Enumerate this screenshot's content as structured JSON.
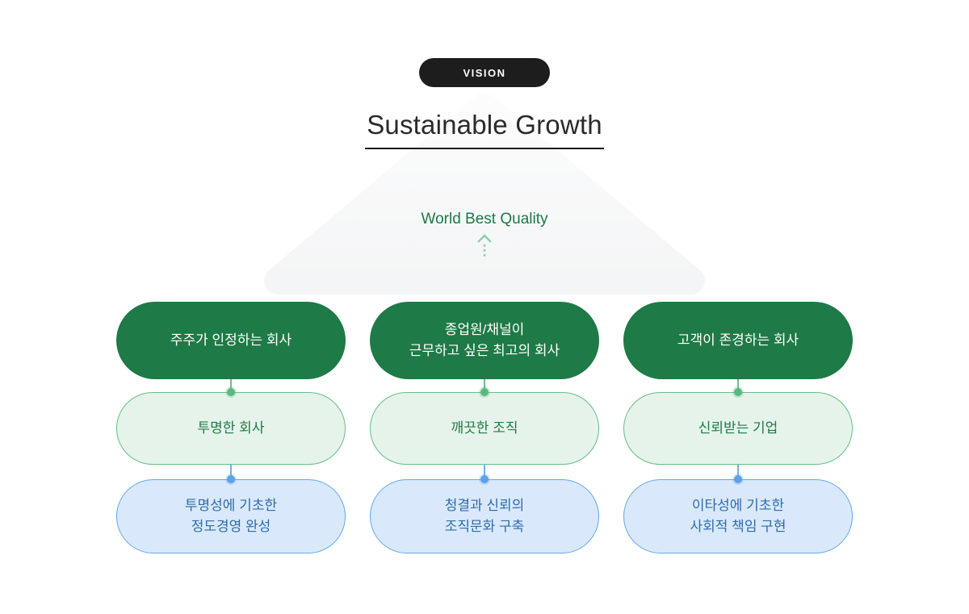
{
  "badge": {
    "label": "VISION"
  },
  "header": {
    "title": "Sustainable Growth"
  },
  "pyramid": {
    "core_value": "World Best Quality"
  },
  "columns": [
    {
      "vision": "주주가 인정하는 회사",
      "goal": "투명한 회사",
      "strategy": "투명성에 기초한\n정도경영 완성"
    },
    {
      "vision": "종업원/채널이\n근무하고 싶은 최고의 회사",
      "goal": "깨끗한 조직",
      "strategy": "청결과 신뢰의\n조직문화 구축"
    },
    {
      "vision": "고객이 존경하는 회사",
      "goal": "신뢰받는 기업",
      "strategy": "이타성에 기초한\n사회적 책임 구현"
    }
  ],
  "colors": {
    "badge_bg": "#1d1d1d",
    "dark_green": "#1e7a46",
    "light_green_fill": "#e6f3ea",
    "light_green_border": "#66bf85",
    "green_text": "#1e7a46",
    "blue_fill": "#d9e9fb",
    "blue_border": "#61a7ec",
    "blue_text": "#2f6bad",
    "arrow_green": "#8bcfa5",
    "triangle_fill_top": "#fcfcfd",
    "triangle_fill_bottom": "#f4f5f6"
  }
}
